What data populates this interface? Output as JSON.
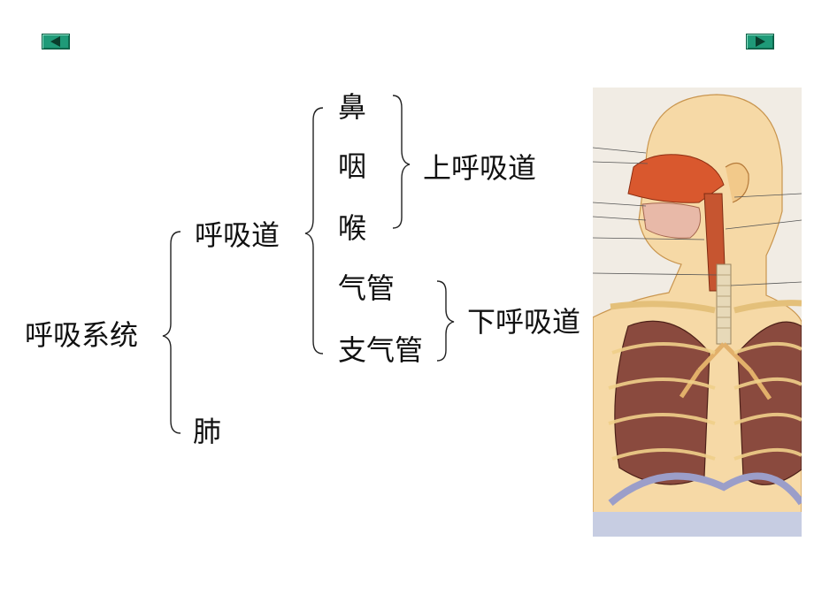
{
  "nav": {
    "prev_icon": "triangle-left-icon",
    "next_icon": "triangle-right-icon",
    "button_color": "#1f9a78"
  },
  "diagram": {
    "root": "呼吸系统",
    "respiratory_tract": "呼吸道",
    "lung": "肺",
    "nose": "鼻",
    "pharynx": "咽",
    "larynx": "喉",
    "trachea": "气管",
    "bronchus": "支气管",
    "upper_tract": "上呼吸道",
    "lower_tract": "下呼吸道"
  },
  "illustration": {
    "subject": "anatomy-illustration"
  }
}
